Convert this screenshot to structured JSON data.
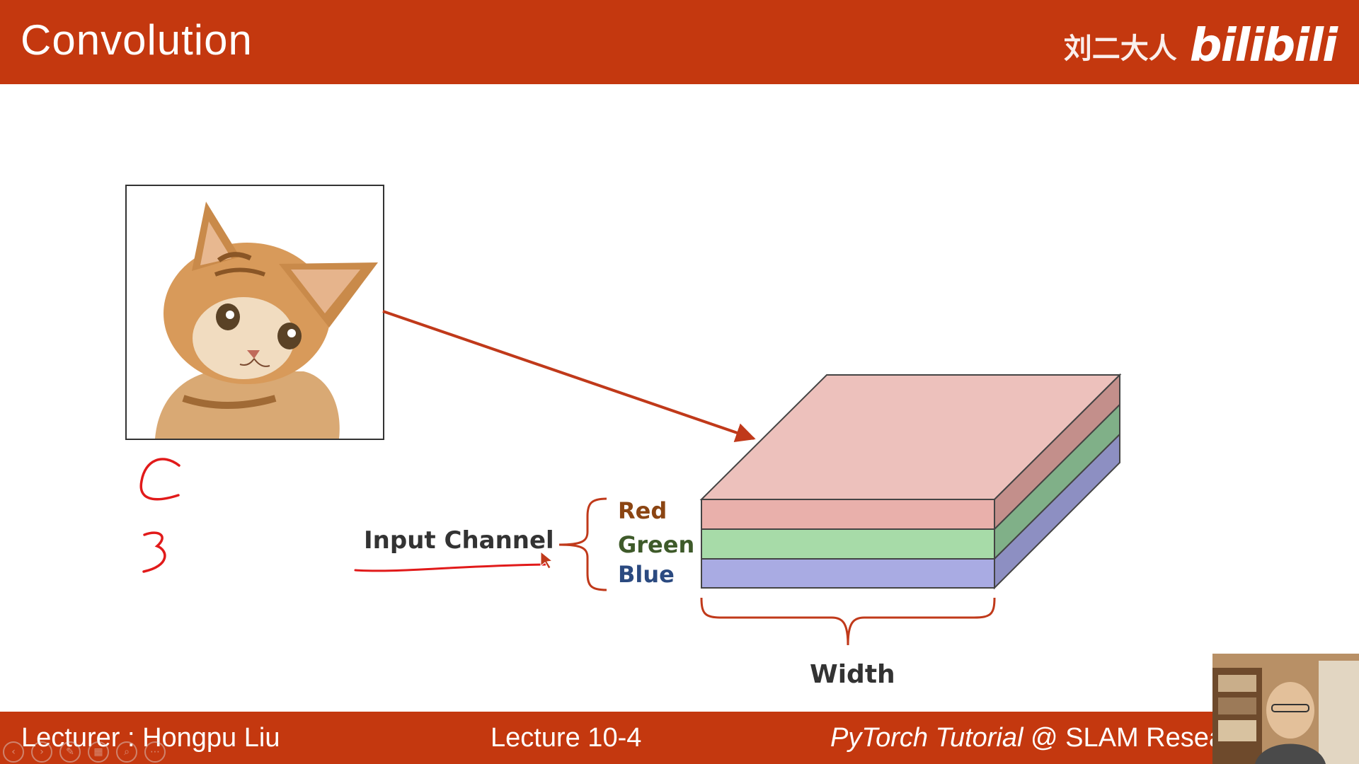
{
  "slide": {
    "title": "Convolution",
    "brand_cn": "刘二大人",
    "brand_logo": "bilibili"
  },
  "diagram": {
    "input_channel_label": "Input Channel",
    "channels": [
      {
        "name": "Red",
        "text_color": "#8b4513",
        "face_color": "#e9b0ab"
      },
      {
        "name": "Green",
        "text_color": "#3e5a2a",
        "face_color": "#a7dba8"
      },
      {
        "name": "Blue",
        "text_color": "#2b4a80",
        "face_color": "#a9abe3"
      }
    ],
    "width_label": "Width",
    "handwriting": [
      "C",
      "3"
    ],
    "top_face_color": "#edc1bc"
  },
  "footer": {
    "lecturer": "Lecturer : Hongpu Liu",
    "lecture": "Lecture 10-4",
    "course_italic": "PyTorch Tutorial",
    "course_rest": " @ SLAM Resea"
  },
  "player": {
    "controls": [
      "prev-icon",
      "next-icon",
      "pen-icon",
      "slides-icon",
      "zoom-icon",
      "more-icon"
    ]
  },
  "theme": {
    "accent": "#c4380f",
    "arrow": "#c0391a",
    "ink": "#e11a1a"
  }
}
